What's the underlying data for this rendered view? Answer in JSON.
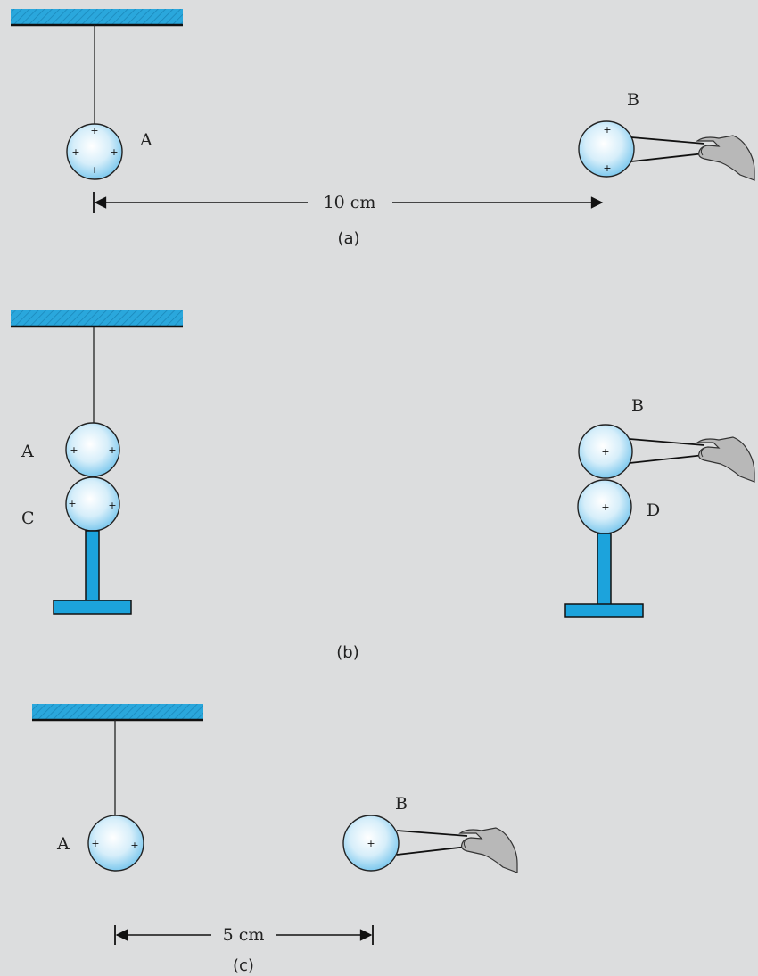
{
  "panels": [
    {
      "caption": "(a)",
      "distance": "10 cm",
      "labels": {
        "A": "A",
        "B": "B"
      }
    },
    {
      "caption": "(b)",
      "labels": {
        "A": "A",
        "B": "B",
        "C": "C",
        "D": "D"
      }
    },
    {
      "caption": "(c)",
      "distance": "5 cm",
      "labels": {
        "A": "A",
        "B": "B"
      }
    }
  ],
  "charges": {
    "plus": "+"
  },
  "colors": {
    "background": "#dcddde",
    "ceiling": "#2aa7dc",
    "stand": "#1ca3dc",
    "sphere_center": "#ffffff",
    "sphere_edge": "#7fc9ee",
    "hand": "#b8b8b8"
  }
}
